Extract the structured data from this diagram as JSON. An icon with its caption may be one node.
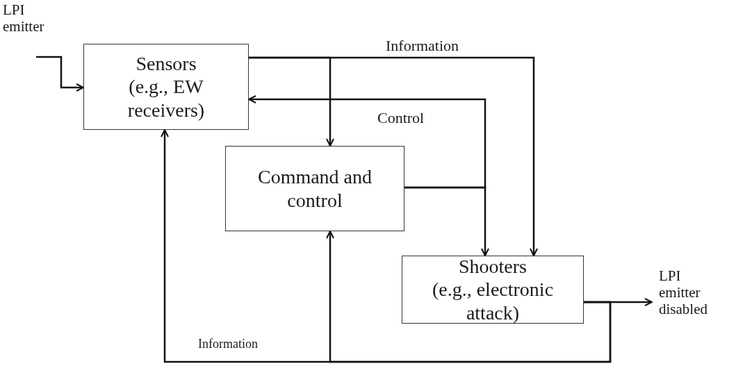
{
  "diagram": {
    "nodes": [
      {
        "text": [
          "LPI emitter"
        ]
      },
      {
        "text": [
          "Sensors",
          "(e.g., EW receivers)"
        ]
      },
      {
        "text": [
          "Command and control"
        ]
      },
      {
        "text": [
          "Shooters",
          "(e.g., electronic attack)"
        ]
      },
      {
        "text": [
          "LPI emitter disabled"
        ]
      }
    ],
    "edges": [
      {
        "from": 0,
        "to": 1,
        "arrow": "to"
      },
      {
        "from": 1,
        "to": 2,
        "arrow": "to"
      },
      {
        "from": 1,
        "to": 3,
        "arrow": "to",
        "label": "Information"
      },
      {
        "from": 2,
        "to": 1,
        "arrow": "to",
        "label": "Control"
      },
      {
        "from": 2,
        "to": 3,
        "arrow": "to"
      },
      {
        "from": 3,
        "to": 4,
        "arrow": "to"
      },
      {
        "from": 3,
        "to": 1,
        "arrow": "to",
        "label": "Information"
      },
      {
        "from": 3,
        "to": 2,
        "arrow": "to"
      }
    ]
  }
}
